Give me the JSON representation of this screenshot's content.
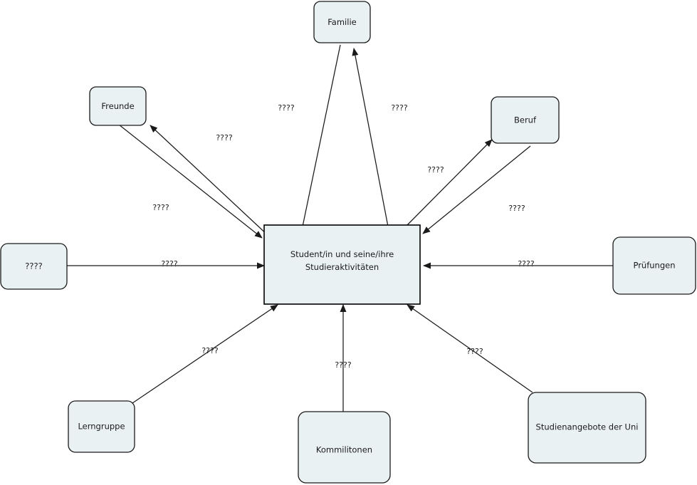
{
  "diagram": {
    "type": "influence-map",
    "center_node": {
      "id": "center",
      "label_line1": "Student/in und seine/ihre",
      "label_line2": "Studieraktivitäten",
      "shape": "rectangle",
      "fill": "#eaf1f3",
      "stroke": "#000000"
    },
    "node_fill": "#eaf1f3",
    "node_stroke": "#1a1a1a",
    "background": "#ffffff",
    "nodes": [
      {
        "id": "familie",
        "label": "Familie",
        "shape": "rounded-rect"
      },
      {
        "id": "freunde",
        "label": "Freunde",
        "shape": "rounded-rect"
      },
      {
        "id": "beruf",
        "label": "Beruf",
        "shape": "rounded-rect"
      },
      {
        "id": "unknown-left",
        "label": "????",
        "shape": "rounded-rect"
      },
      {
        "id": "pruefungen",
        "label": "Prüfungen",
        "shape": "rounded-rect"
      },
      {
        "id": "lerngruppe",
        "label": "Lerngruppe",
        "shape": "rounded-rect"
      },
      {
        "id": "kommilitonen",
        "label": "Kommilitonen",
        "shape": "rounded-rect"
      },
      {
        "id": "studienangebote",
        "label": "Studienangebote der Uni",
        "shape": "rounded-rect"
      }
    ],
    "edges": [
      {
        "id": "edge-center-familie-left",
        "from": "center",
        "to": "familie",
        "label": "????",
        "arrow": "none"
      },
      {
        "id": "edge-center-familie-right",
        "from": "center",
        "to": "familie",
        "label": "????",
        "arrow": "to-familie"
      },
      {
        "id": "edge-center-freunde",
        "from": "center",
        "to": "freunde",
        "label": "????",
        "arrow": "to-freunde"
      },
      {
        "id": "edge-freunde-center",
        "from": "freunde",
        "to": "center",
        "label": "????",
        "arrow": "to-center"
      },
      {
        "id": "edge-center-beruf",
        "from": "center",
        "to": "beruf",
        "label": "????",
        "arrow": "to-beruf"
      },
      {
        "id": "edge-beruf-center",
        "from": "beruf",
        "to": "center",
        "label": "????",
        "arrow": "to-center"
      },
      {
        "id": "edge-unknown-center",
        "from": "unknown-left",
        "to": "center",
        "label": "????",
        "arrow": "to-center"
      },
      {
        "id": "edge-pruefungen-center",
        "from": "pruefungen",
        "to": "center",
        "label": "????",
        "arrow": "to-center"
      },
      {
        "id": "edge-lerngruppe-center",
        "from": "lerngruppe",
        "to": "center",
        "label": "????",
        "arrow": "to-center"
      },
      {
        "id": "edge-kommilitonen-center",
        "from": "kommilitonen",
        "to": "center",
        "label": "????",
        "arrow": "to-center"
      },
      {
        "id": "edge-studienangebote-center",
        "from": "studienangebote",
        "to": "center",
        "label": "????",
        "arrow": "to-center"
      }
    ]
  }
}
